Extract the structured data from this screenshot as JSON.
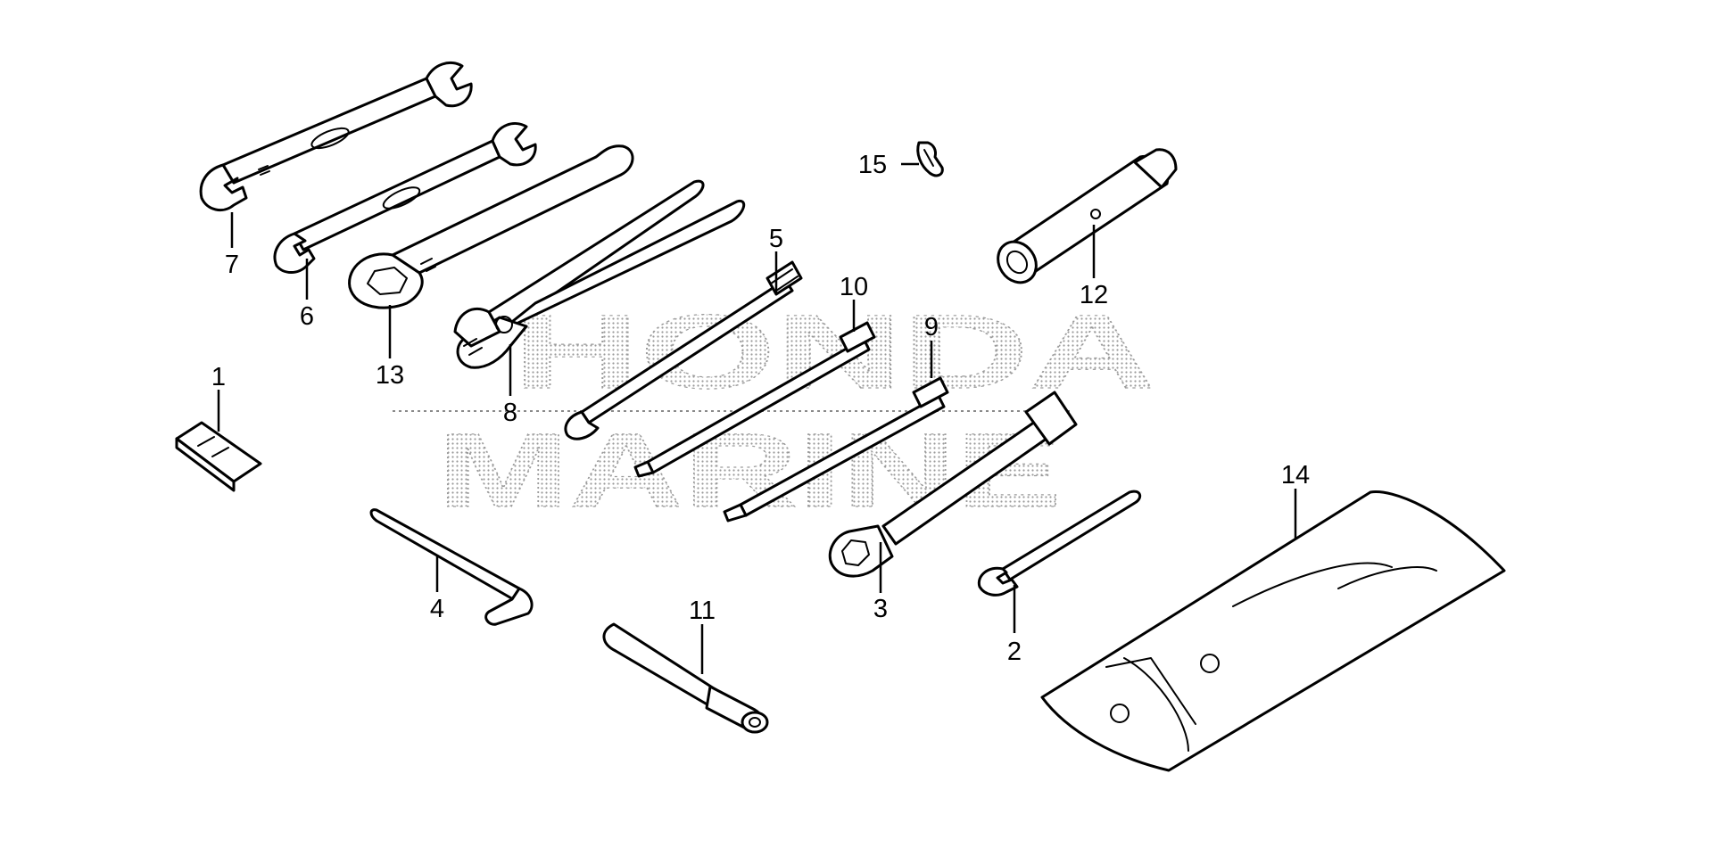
{
  "watermark": {
    "line1": "HONDA",
    "line2": "MARINE"
  },
  "callouts": [
    {
      "id": "c1",
      "label": "1"
    },
    {
      "id": "c2",
      "label": "2"
    },
    {
      "id": "c3",
      "label": "3"
    },
    {
      "id": "c4",
      "label": "4"
    },
    {
      "id": "c5",
      "label": "5"
    },
    {
      "id": "c6",
      "label": "6"
    },
    {
      "id": "c7",
      "label": "7"
    },
    {
      "id": "c8",
      "label": "8"
    },
    {
      "id": "c9",
      "label": "9"
    },
    {
      "id": "c10",
      "label": "10"
    },
    {
      "id": "c11",
      "label": "11"
    },
    {
      "id": "c12",
      "label": "12"
    },
    {
      "id": "c13",
      "label": "13"
    },
    {
      "id": "c14",
      "label": "14"
    },
    {
      "id": "c15",
      "label": "15"
    }
  ],
  "colors": {
    "line": "#000000",
    "background": "#ffffff",
    "watermark": "#8a8a8a"
  }
}
